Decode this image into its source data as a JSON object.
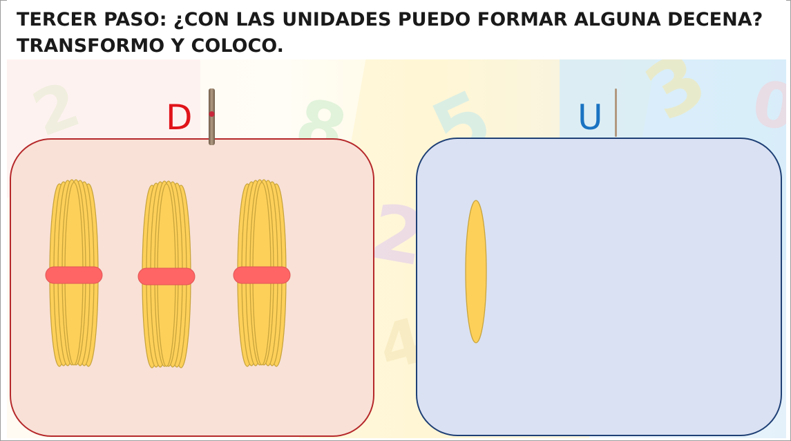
{
  "title": "TERCER PASO: ¿CON LAS UNIDADES PUEDO FORMAR ALGUNA DECENA? TRANSFORMO Y COLOCO.",
  "labels": {
    "tens": "D",
    "units": "U"
  },
  "colors": {
    "tens_label": "#e0141a",
    "units_label": "#1a73c2",
    "tens_box_fill": "#f9e1d7",
    "tens_box_border": "#b5282a",
    "units_box_fill": "#dae1f2",
    "units_box_border": "#1e3f75",
    "straw": "#fdd05a",
    "band": "#ff6565"
  },
  "tens_bundles": 3,
  "unit_sticks": 1,
  "icons": [
    "bundle-of-ten-sticks-icon",
    "single-stick-icon",
    "abacus-rod-icon"
  ]
}
